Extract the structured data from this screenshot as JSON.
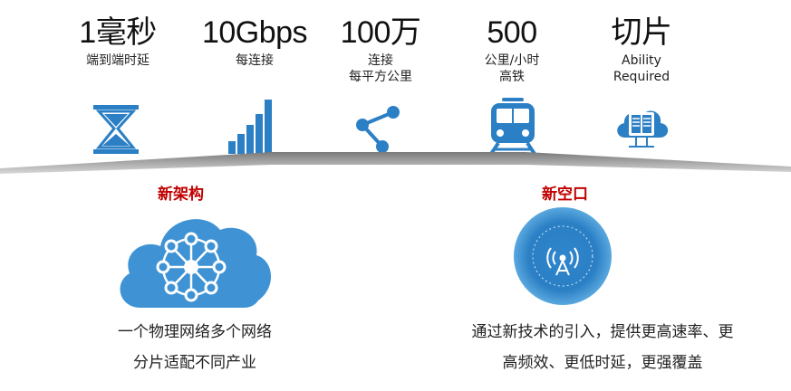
{
  "metrics": [
    {
      "value": "1毫秒",
      "desc_lines": [
        "端到端时延"
      ],
      "icon": "hourglass-icon"
    },
    {
      "value": "10Gbps",
      "desc_lines": [
        "每连接"
      ],
      "icon": "signal-bars-icon"
    },
    {
      "value": "100万",
      "desc_lines": [
        "连接",
        "每平方公里"
      ],
      "icon": "connection-nodes-icon"
    },
    {
      "value": "500",
      "desc_lines": [
        "公里/小时",
        "高铁"
      ],
      "icon": "train-icon"
    },
    {
      "value": "切片",
      "desc_lines": [
        "Ability",
        "Required"
      ],
      "icon": "cloud-server-icon"
    }
  ],
  "sections": {
    "architecture": {
      "title": "新架构",
      "caption_lines": [
        "一个物理网络多个网络",
        "分片适配不同产业"
      ],
      "icon": "cloud-network-icon"
    },
    "air_interface": {
      "title": "新空口",
      "caption_lines": [
        "通过新技术的引入，提供更高速率、更",
        "高频效、更低时延，更强覆盖"
      ],
      "icon": "antenna-signal-icon"
    }
  },
  "colors": {
    "icon_blue": "#2b7fc4",
    "light_blue": "#5aa8df",
    "title_red": "#c00000",
    "divider_gray": "#8c8c8c"
  }
}
